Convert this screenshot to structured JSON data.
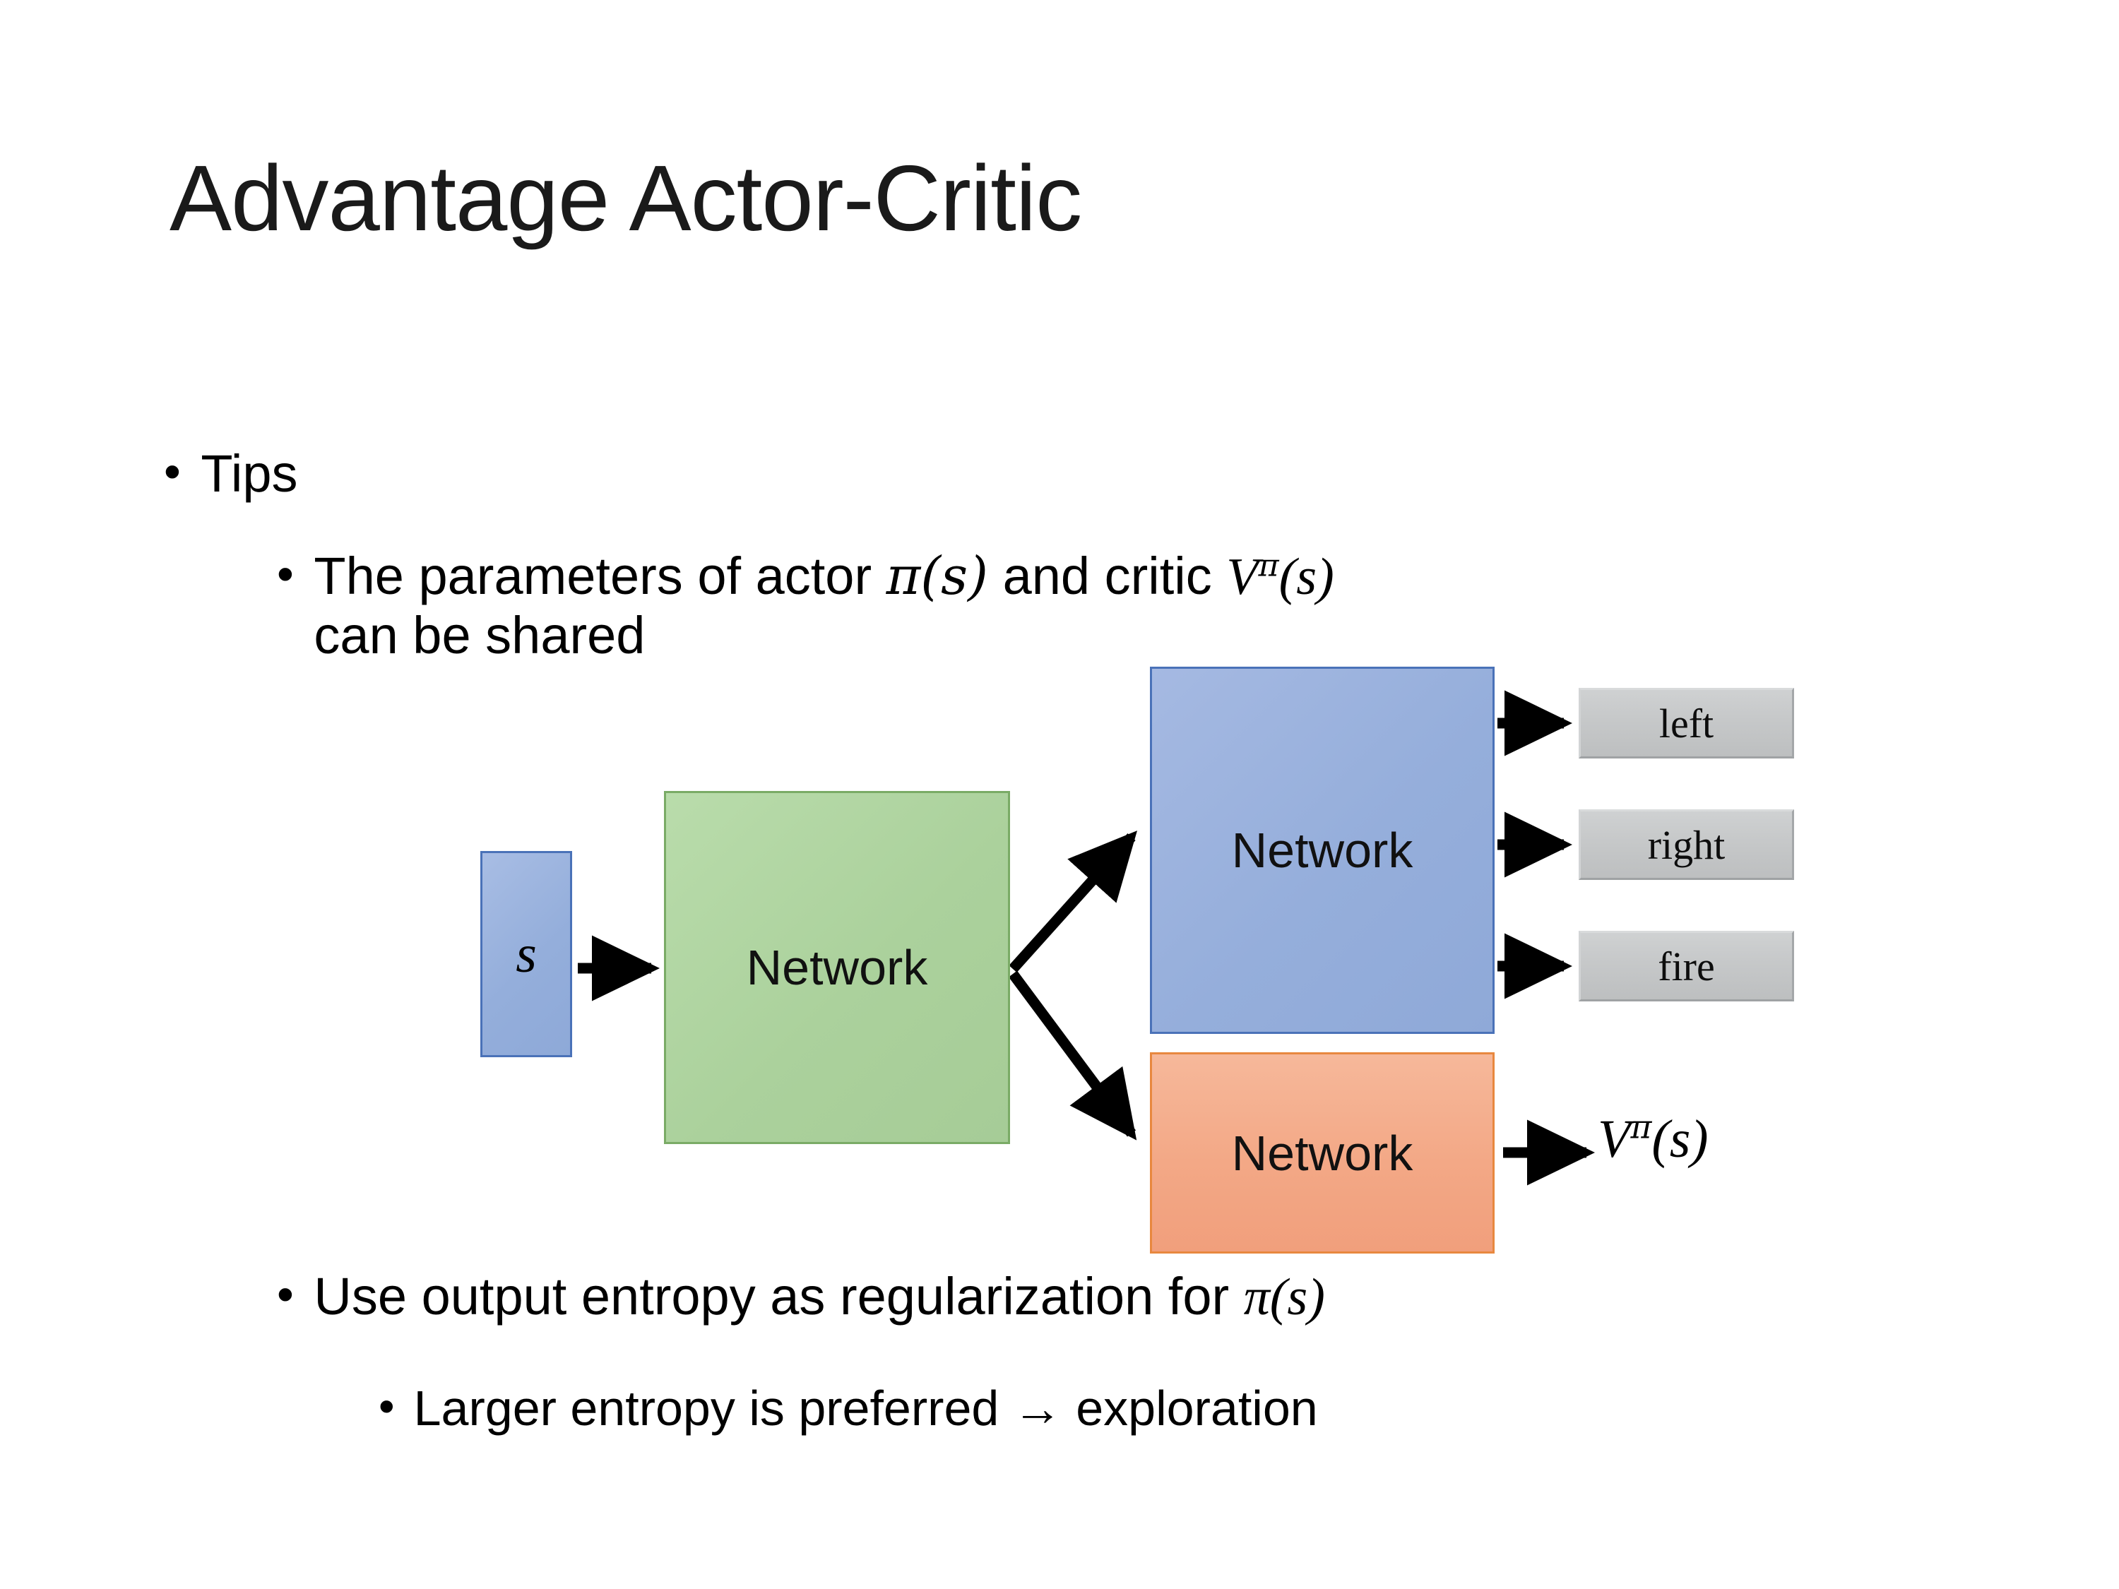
{
  "slide": {
    "title": "Advantage Actor-Critic",
    "background_color": "#ffffff"
  },
  "bullets": {
    "level1_tips": {
      "marker": "•",
      "text": "Tips"
    },
    "level2_params": {
      "marker": "•",
      "text_before": "The parameters of actor ",
      "math_actor": "π(s)",
      "text_middle": "  and critic ",
      "math_critic_base": "V",
      "math_critic_sup": "π",
      "math_critic_arg": "(s)",
      "text_after": "can be shared",
      "full_text": "The parameters of actor π(s)  and critic Vπ(s) can be shared"
    },
    "level2_entropy": {
      "marker": "•",
      "text_before": "Use output entropy as regularization for ",
      "math_policy": "π(s)",
      "full_text": "Use output entropy as regularization for π(s)"
    },
    "level3_larger": {
      "marker": "•",
      "text": "Larger entropy is preferred → exploration"
    }
  },
  "diagram": {
    "state_node": {
      "label": "s",
      "fill": "#94aedb",
      "border": "#4a72b8"
    },
    "shared_network": {
      "label": "Network",
      "fill": "#abd19c",
      "border": "#7aab66"
    },
    "actor_network": {
      "label": "Network",
      "fill": "#95aedb",
      "border": "#4a72b8"
    },
    "critic_network": {
      "label": "Network",
      "fill": "#f3a886",
      "border": "#e8883f"
    },
    "actions": [
      {
        "label": "left",
        "fill": "#c6c8c9"
      },
      {
        "label": "right",
        "fill": "#c6c8c9"
      },
      {
        "label": "fire",
        "fill": "#c6c8c9"
      }
    ],
    "critic_output": {
      "base": "V",
      "superscript": "π",
      "argument": "(s)",
      "full": "Vπ(s)"
    },
    "arrow_color": "#000000"
  }
}
